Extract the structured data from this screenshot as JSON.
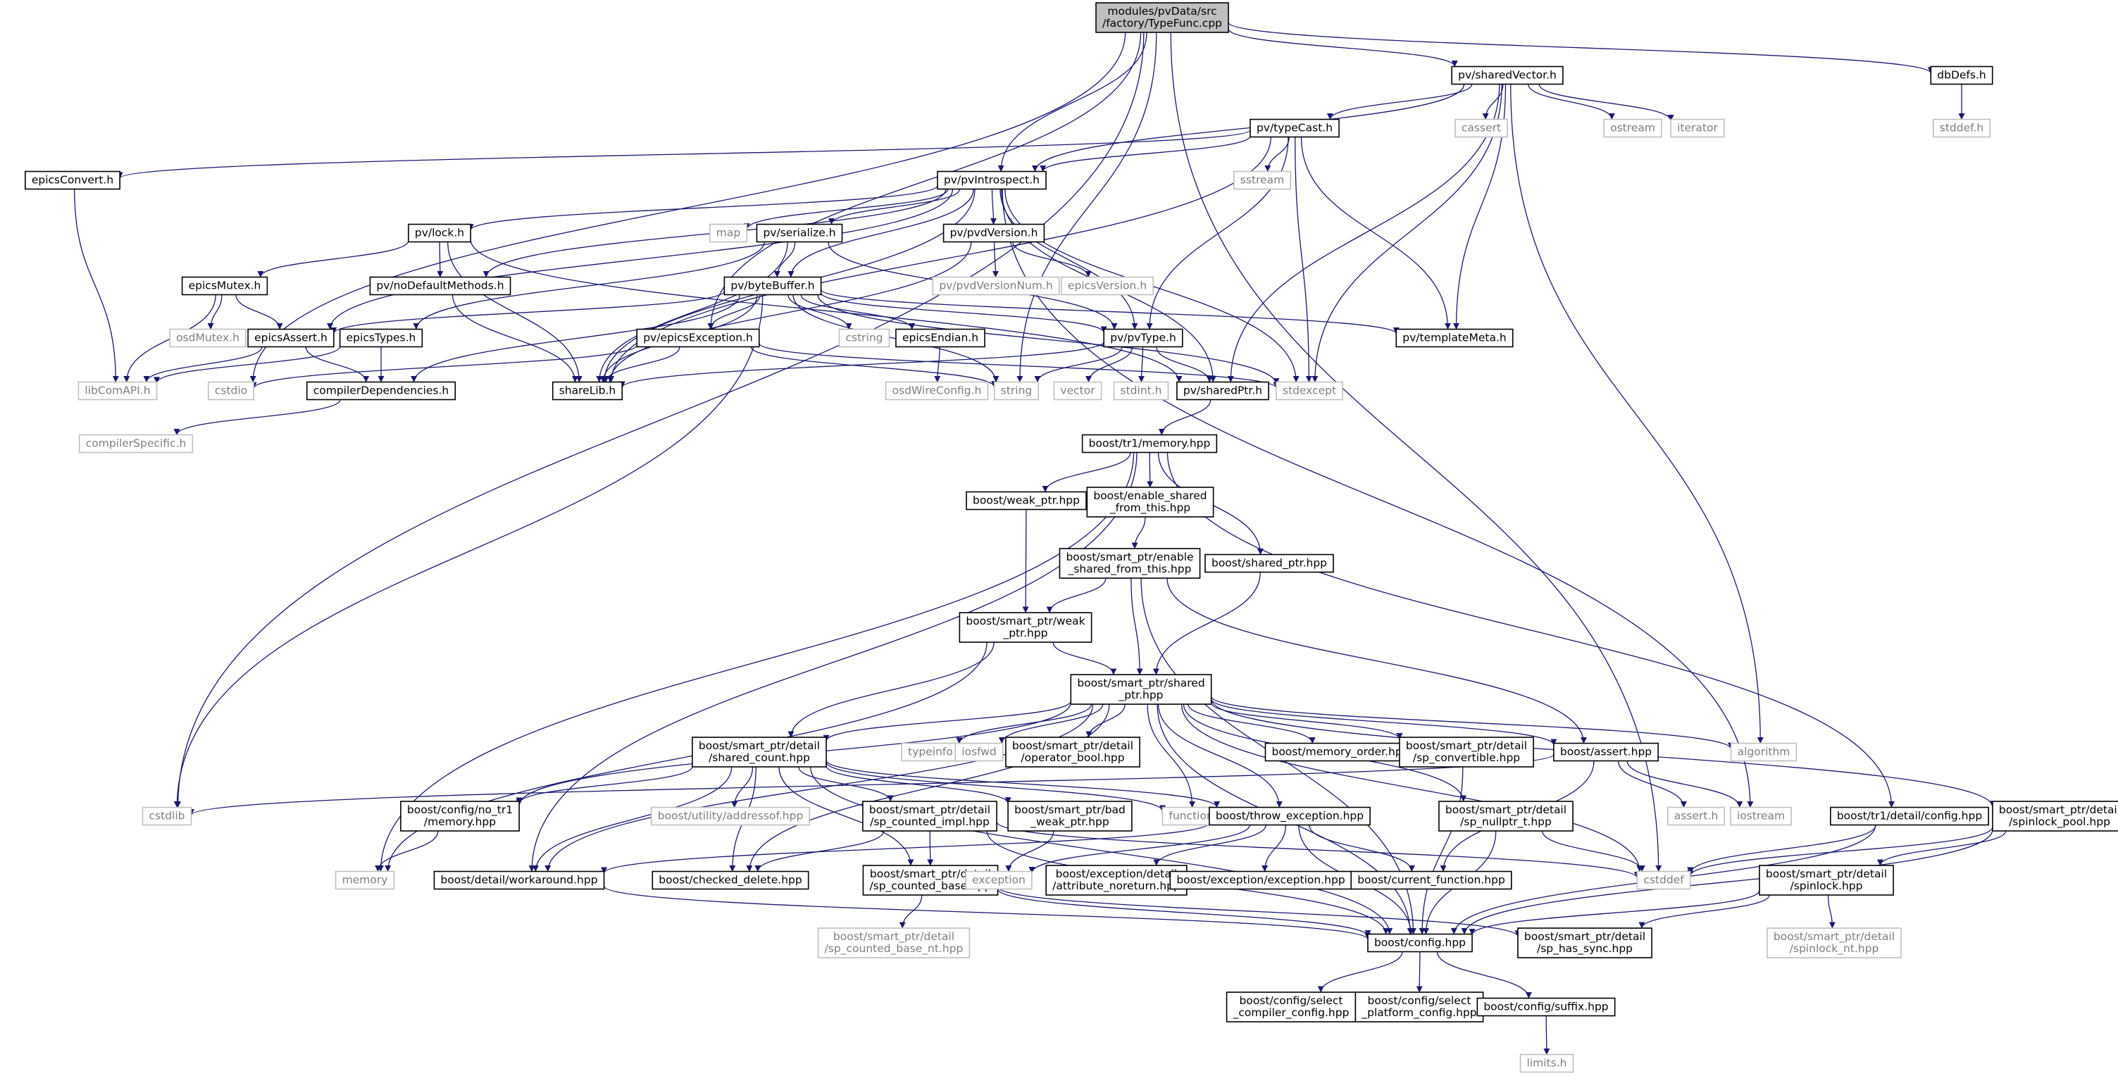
{
  "colors": {
    "edge": "#191970",
    "root_fill": "#bfbfbf",
    "file_stroke": "#000000",
    "sys_stroke": "#bfbfbf",
    "file_text": "#000000",
    "sys_text": "#7f7f7f"
  },
  "nodes": [
    {
      "id": "root",
      "lines": [
        "modules/pvData/src",
        "/factory/TypeFunc.cpp"
      ],
      "kind": "root"
    },
    {
      "id": "sharedVector",
      "lines": [
        "pv/sharedVector.h"
      ],
      "kind": "file"
    },
    {
      "id": "dbDefs",
      "lines": [
        "dbDefs.h"
      ],
      "kind": "file"
    },
    {
      "id": "stddef_h",
      "lines": [
        "stddef.h"
      ],
      "kind": "sys"
    },
    {
      "id": "typeCast",
      "lines": [
        "pv/typeCast.h"
      ],
      "kind": "file"
    },
    {
      "id": "cassert",
      "lines": [
        "cassert"
      ],
      "kind": "sys"
    },
    {
      "id": "ostream",
      "lines": [
        "ostream"
      ],
      "kind": "sys"
    },
    {
      "id": "iterator",
      "lines": [
        "iterator"
      ],
      "kind": "sys"
    },
    {
      "id": "epicsConvert",
      "lines": [
        "epicsConvert.h"
      ],
      "kind": "file"
    },
    {
      "id": "pvIntrospect",
      "lines": [
        "pv/pvIntrospect.h"
      ],
      "kind": "file"
    },
    {
      "id": "sstream",
      "lines": [
        "sstream"
      ],
      "kind": "sys"
    },
    {
      "id": "lock",
      "lines": [
        "pv/lock.h"
      ],
      "kind": "file"
    },
    {
      "id": "map",
      "lines": [
        "map"
      ],
      "kind": "sys"
    },
    {
      "id": "serialize",
      "lines": [
        "pv/serialize.h"
      ],
      "kind": "file"
    },
    {
      "id": "pvdVersion",
      "lines": [
        "pv/pvdVersion.h"
      ],
      "kind": "file"
    },
    {
      "id": "epicsMutex",
      "lines": [
        "epicsMutex.h"
      ],
      "kind": "file"
    },
    {
      "id": "noDefaultMethods",
      "lines": [
        "pv/noDefaultMethods.h"
      ],
      "kind": "file"
    },
    {
      "id": "byteBuffer",
      "lines": [
        "pv/byteBuffer.h"
      ],
      "kind": "file"
    },
    {
      "id": "pvdVersionNum",
      "lines": [
        "pv/pvdVersionNum.h"
      ],
      "kind": "sys"
    },
    {
      "id": "epicsVersion",
      "lines": [
        "epicsVersion.h"
      ],
      "kind": "sys"
    },
    {
      "id": "osdMutex",
      "lines": [
        "osdMutex.h"
      ],
      "kind": "sys"
    },
    {
      "id": "epicsAssert",
      "lines": [
        "epicsAssert.h"
      ],
      "kind": "file"
    },
    {
      "id": "epicsTypes",
      "lines": [
        "epicsTypes.h"
      ],
      "kind": "file"
    },
    {
      "id": "epicsException",
      "lines": [
        "pv/epicsException.h"
      ],
      "kind": "file"
    },
    {
      "id": "cstring",
      "lines": [
        "cstring"
      ],
      "kind": "sys"
    },
    {
      "id": "epicsEndian",
      "lines": [
        "epicsEndian.h"
      ],
      "kind": "file"
    },
    {
      "id": "pvType",
      "lines": [
        "pv/pvType.h"
      ],
      "kind": "file"
    },
    {
      "id": "templateMeta",
      "lines": [
        "pv/templateMeta.h"
      ],
      "kind": "file"
    },
    {
      "id": "libComAPI",
      "lines": [
        "libComAPI.h"
      ],
      "kind": "sys"
    },
    {
      "id": "cstdio",
      "lines": [
        "cstdio"
      ],
      "kind": "sys"
    },
    {
      "id": "compilerDependencies",
      "lines": [
        "compilerDependencies.h"
      ],
      "kind": "file"
    },
    {
      "id": "shareLib",
      "lines": [
        "shareLib.h"
      ],
      "kind": "file"
    },
    {
      "id": "string",
      "lines": [
        "string"
      ],
      "kind": "sys"
    },
    {
      "id": "vector",
      "lines": [
        "vector"
      ],
      "kind": "sys"
    },
    {
      "id": "stdint",
      "lines": [
        "stdint.h"
      ],
      "kind": "sys"
    },
    {
      "id": "stdexcept",
      "lines": [
        "stdexcept"
      ],
      "kind": "sys"
    },
    {
      "id": "osdWireConfig",
      "lines": [
        "osdWireConfig.h"
      ],
      "kind": "sys"
    },
    {
      "id": "sharedPtr",
      "lines": [
        "pv/sharedPtr.h"
      ],
      "kind": "file"
    },
    {
      "id": "compilerSpecific",
      "lines": [
        "compilerSpecific.h"
      ],
      "kind": "sys"
    },
    {
      "id": "tr1memory",
      "lines": [
        "boost/tr1/memory.hpp"
      ],
      "kind": "file"
    },
    {
      "id": "weak_ptr",
      "lines": [
        "boost/weak_ptr.hpp"
      ],
      "kind": "file"
    },
    {
      "id": "enable_shared",
      "lines": [
        "boost/enable_shared",
        "_from_this.hpp"
      ],
      "kind": "file"
    },
    {
      "id": "sp_enable_shared",
      "lines": [
        "boost/smart_ptr/enable",
        "_shared_from_this.hpp"
      ],
      "kind": "file"
    },
    {
      "id": "shared_ptr_hpp",
      "lines": [
        "boost/shared_ptr.hpp"
      ],
      "kind": "file"
    },
    {
      "id": "sp_weak_ptr",
      "lines": [
        "boost/smart_ptr/weak",
        "_ptr.hpp"
      ],
      "kind": "file"
    },
    {
      "id": "sp_shared_ptr",
      "lines": [
        "boost/smart_ptr/shared",
        "_ptr.hpp"
      ],
      "kind": "file"
    },
    {
      "id": "shared_count",
      "lines": [
        "boost/smart_ptr/detail",
        "/shared_count.hpp"
      ],
      "kind": "file"
    },
    {
      "id": "typeinfo",
      "lines": [
        "typeinfo"
      ],
      "kind": "sys"
    },
    {
      "id": "iosfwd",
      "lines": [
        "iosfwd"
      ],
      "kind": "sys"
    },
    {
      "id": "operator_bool",
      "lines": [
        "boost/smart_ptr/detail",
        "/operator_bool.hpp"
      ],
      "kind": "file"
    },
    {
      "id": "memory_order",
      "lines": [
        "boost/memory_order.hpp"
      ],
      "kind": "file"
    },
    {
      "id": "sp_convertible",
      "lines": [
        "boost/smart_ptr/detail",
        "/sp_convertible.hpp"
      ],
      "kind": "file"
    },
    {
      "id": "boost_assert",
      "lines": [
        "boost/assert.hpp"
      ],
      "kind": "file"
    },
    {
      "id": "algorithm",
      "lines": [
        "algorithm"
      ],
      "kind": "sys"
    },
    {
      "id": "cstdlib",
      "lines": [
        "cstdlib"
      ],
      "kind": "sys"
    },
    {
      "id": "no_tr1_memory",
      "lines": [
        "boost/config/no_tr1",
        "/memory.hpp"
      ],
      "kind": "file"
    },
    {
      "id": "addressof",
      "lines": [
        "boost/utility/addressof.hpp"
      ],
      "kind": "sys"
    },
    {
      "id": "sp_counted_impl",
      "lines": [
        "boost/smart_ptr/detail",
        "/sp_counted_impl.hpp"
      ],
      "kind": "file"
    },
    {
      "id": "bad_weak_ptr",
      "lines": [
        "boost/smart_ptr/bad",
        "_weak_ptr.hpp"
      ],
      "kind": "file"
    },
    {
      "id": "functional",
      "lines": [
        "functional"
      ],
      "kind": "sys"
    },
    {
      "id": "throw_exception",
      "lines": [
        "boost/throw_exception.hpp"
      ],
      "kind": "file"
    },
    {
      "id": "sp_nullptr_t",
      "lines": [
        "boost/smart_ptr/detail",
        "/sp_nullptr_t.hpp"
      ],
      "kind": "file"
    },
    {
      "id": "assert_h",
      "lines": [
        "assert.h"
      ],
      "kind": "sys"
    },
    {
      "id": "iostream",
      "lines": [
        "iostream"
      ],
      "kind": "sys"
    },
    {
      "id": "tr1_detail_config",
      "lines": [
        "boost/tr1/detail/config.hpp"
      ],
      "kind": "file"
    },
    {
      "id": "spinlock_pool",
      "lines": [
        "boost/smart_ptr/detail",
        "/spinlock_pool.hpp"
      ],
      "kind": "file"
    },
    {
      "id": "memory",
      "lines": [
        "memory"
      ],
      "kind": "sys"
    },
    {
      "id": "workaround",
      "lines": [
        "boost/detail/workaround.hpp"
      ],
      "kind": "file"
    },
    {
      "id": "checked_delete",
      "lines": [
        "boost/checked_delete.hpp"
      ],
      "kind": "file"
    },
    {
      "id": "sp_counted_base",
      "lines": [
        "boost/smart_ptr/detail",
        "/sp_counted_base.hpp"
      ],
      "kind": "file"
    },
    {
      "id": "exception",
      "lines": [
        "exception"
      ],
      "kind": "sys"
    },
    {
      "id": "attribute_noreturn",
      "lines": [
        "boost/exception/detail",
        "/attribute_noreturn.hpp"
      ],
      "kind": "file"
    },
    {
      "id": "exception_hpp",
      "lines": [
        "boost/exception/exception.hpp"
      ],
      "kind": "file"
    },
    {
      "id": "current_function",
      "lines": [
        "boost/current_function.hpp"
      ],
      "kind": "file"
    },
    {
      "id": "cstddef",
      "lines": [
        "cstddef"
      ],
      "kind": "sys"
    },
    {
      "id": "spinlock",
      "lines": [
        "boost/smart_ptr/detail",
        "/spinlock.hpp"
      ],
      "kind": "file"
    },
    {
      "id": "sp_counted_base_nt",
      "lines": [
        "boost/smart_ptr/detail",
        "/sp_counted_base_nt.hpp"
      ],
      "kind": "sys"
    },
    {
      "id": "boost_config",
      "lines": [
        "boost/config.hpp"
      ],
      "kind": "file"
    },
    {
      "id": "sp_has_sync",
      "lines": [
        "boost/smart_ptr/detail",
        "/sp_has_sync.hpp"
      ],
      "kind": "file"
    },
    {
      "id": "spinlock_nt",
      "lines": [
        "boost/smart_ptr/detail",
        "/spinlock_nt.hpp"
      ],
      "kind": "sys"
    },
    {
      "id": "select_compiler",
      "lines": [
        "boost/config/select",
        "_compiler_config.hpp"
      ],
      "kind": "file"
    },
    {
      "id": "select_platform",
      "lines": [
        "boost/config/select",
        "_platform_config.hpp"
      ],
      "kind": "file"
    },
    {
      "id": "suffix",
      "lines": [
        "boost/config/suffix.hpp"
      ],
      "kind": "file"
    },
    {
      "id": "limits",
      "lines": [
        "limits.h"
      ],
      "kind": "sys"
    }
  ],
  "edges": [
    [
      "root",
      "sharedVector"
    ],
    [
      "root",
      "dbDefs"
    ],
    [
      "root",
      "pvIntrospect"
    ],
    [
      "root",
      "epicsException"
    ],
    [
      "root",
      "cstdio"
    ],
    [
      "root",
      "cstdlib"
    ],
    [
      "root",
      "string"
    ],
    [
      "root",
      "cstddef"
    ],
    [
      "dbDefs",
      "stddef_h"
    ],
    [
      "sharedVector",
      "typeCast"
    ],
    [
      "sharedVector",
      "cassert"
    ],
    [
      "sharedVector",
      "ostream"
    ],
    [
      "sharedVector",
      "iterator"
    ],
    [
      "sharedVector",
      "pvIntrospect"
    ],
    [
      "sharedVector",
      "sharedPtr"
    ],
    [
      "sharedVector",
      "templateMeta"
    ],
    [
      "sharedVector",
      "stdexcept"
    ],
    [
      "sharedVector",
      "algorithm"
    ],
    [
      "typeCast",
      "epicsConvert"
    ],
    [
      "typeCast",
      "pvIntrospect"
    ],
    [
      "typeCast",
      "sstream"
    ],
    [
      "typeCast",
      "pvType"
    ],
    [
      "typeCast",
      "templateMeta"
    ],
    [
      "typeCast",
      "stdexcept"
    ],
    [
      "typeCast",
      "shareLib"
    ],
    [
      "epicsConvert",
      "libComAPI"
    ],
    [
      "pvIntrospect",
      "lock"
    ],
    [
      "pvIntrospect",
      "map"
    ],
    [
      "pvIntrospect",
      "serialize"
    ],
    [
      "pvIntrospect",
      "pvdVersion"
    ],
    [
      "pvIntrospect",
      "noDefaultMethods"
    ],
    [
      "pvIntrospect",
      "byteBuffer"
    ],
    [
      "pvIntrospect",
      "epicsAssert"
    ],
    [
      "pvIntrospect",
      "pvType"
    ],
    [
      "pvIntrospect",
      "sharedPtr"
    ],
    [
      "pvIntrospect",
      "shareLib"
    ],
    [
      "pvIntrospect",
      "stdexcept"
    ],
    [
      "pvIntrospect",
      "iostream"
    ],
    [
      "lock",
      "epicsMutex"
    ],
    [
      "lock",
      "noDefaultMethods"
    ],
    [
      "lock",
      "shareLib"
    ],
    [
      "lock",
      "sharedPtr"
    ],
    [
      "serialize",
      "byteBuffer"
    ],
    [
      "serialize",
      "epicsTypes"
    ],
    [
      "serialize",
      "shareLib"
    ],
    [
      "serialize",
      "pvType"
    ],
    [
      "pvdVersion",
      "pvdVersionNum"
    ],
    [
      "pvdVersion",
      "epicsVersion"
    ],
    [
      "pvdVersion",
      "shareLib"
    ],
    [
      "epicsMutex",
      "osdMutex"
    ],
    [
      "epicsMutex",
      "epicsAssert"
    ],
    [
      "epicsMutex",
      "libComAPI"
    ],
    [
      "noDefaultMethods",
      "shareLib"
    ],
    [
      "byteBuffer",
      "epicsAssert"
    ],
    [
      "byteBuffer",
      "epicsException"
    ],
    [
      "byteBuffer",
      "cstring"
    ],
    [
      "byteBuffer",
      "epicsEndian"
    ],
    [
      "byteBuffer",
      "pvType"
    ],
    [
      "byteBuffer",
      "templateMeta"
    ],
    [
      "byteBuffer",
      "shareLib"
    ],
    [
      "byteBuffer",
      "compilerDependencies"
    ],
    [
      "byteBuffer",
      "string"
    ],
    [
      "byteBuffer",
      "stdexcept"
    ],
    [
      "byteBuffer",
      "cstdlib"
    ],
    [
      "epicsAssert",
      "libComAPI"
    ],
    [
      "epicsAssert",
      "compilerDependencies"
    ],
    [
      "epicsTypes",
      "libComAPI"
    ],
    [
      "epicsTypes",
      "compilerDependencies"
    ],
    [
      "epicsException",
      "cstdio"
    ],
    [
      "epicsException",
      "shareLib"
    ],
    [
      "epicsException",
      "stdexcept"
    ],
    [
      "epicsException",
      "string"
    ],
    [
      "epicsEndian",
      "osdWireConfig"
    ],
    [
      "pvType",
      "string"
    ],
    [
      "pvType",
      "vector"
    ],
    [
      "pvType",
      "stdint"
    ],
    [
      "pvType",
      "sharedPtr"
    ],
    [
      "pvType",
      "shareLib"
    ],
    [
      "compilerDependencies",
      "compilerSpecific"
    ],
    [
      "sharedPtr",
      "tr1memory"
    ],
    [
      "tr1memory",
      "weak_ptr"
    ],
    [
      "tr1memory",
      "enable_shared"
    ],
    [
      "tr1memory",
      "shared_ptr_hpp"
    ],
    [
      "tr1memory",
      "memory"
    ],
    [
      "tr1memory",
      "workaround"
    ],
    [
      "tr1memory",
      "tr1_detail_config"
    ],
    [
      "weak_ptr",
      "sp_weak_ptr"
    ],
    [
      "enable_shared",
      "sp_enable_shared"
    ],
    [
      "sp_enable_shared",
      "sp_weak_ptr"
    ],
    [
      "sp_enable_shared",
      "sp_shared_ptr"
    ],
    [
      "sp_enable_shared",
      "boost_config"
    ],
    [
      "sp_enable_shared",
      "boost_assert"
    ],
    [
      "shared_ptr_hpp",
      "sp_shared_ptr"
    ],
    [
      "sp_weak_ptr",
      "sp_shared_ptr"
    ],
    [
      "sp_weak_ptr",
      "shared_count"
    ],
    [
      "sp_weak_ptr",
      "memory"
    ],
    [
      "sp_shared_ptr",
      "shared_count"
    ],
    [
      "sp_shared_ptr",
      "typeinfo"
    ],
    [
      "sp_shared_ptr",
      "iosfwd"
    ],
    [
      "sp_shared_ptr",
      "operator_bool"
    ],
    [
      "sp_shared_ptr",
      "memory_order"
    ],
    [
      "sp_shared_ptr",
      "sp_convertible"
    ],
    [
      "sp_shared_ptr",
      "boost_assert"
    ],
    [
      "sp_shared_ptr",
      "algorithm"
    ],
    [
      "sp_shared_ptr",
      "no_tr1_memory"
    ],
    [
      "sp_shared_ptr",
      "functional"
    ],
    [
      "sp_shared_ptr",
      "throw_exception"
    ],
    [
      "sp_shared_ptr",
      "sp_nullptr_t"
    ],
    [
      "sp_shared_ptr",
      "spinlock_pool"
    ],
    [
      "sp_shared_ptr",
      "workaround"
    ],
    [
      "sp_shared_ptr",
      "checked_delete"
    ],
    [
      "sp_shared_ptr",
      "boost_config"
    ],
    [
      "sp_shared_ptr",
      "cstddef"
    ],
    [
      "shared_count",
      "no_tr1_memory"
    ],
    [
      "shared_count",
      "addressof"
    ],
    [
      "shared_count",
      "sp_counted_impl"
    ],
    [
      "shared_count",
      "bad_weak_ptr"
    ],
    [
      "shared_count",
      "functional"
    ],
    [
      "shared_count",
      "throw_exception"
    ],
    [
      "shared_count",
      "workaround"
    ],
    [
      "shared_count",
      "checked_delete"
    ],
    [
      "shared_count",
      "sp_counted_base"
    ],
    [
      "shared_count",
      "boost_config"
    ],
    [
      "no_tr1_memory",
      "memory"
    ],
    [
      "sp_counted_impl",
      "checked_delete"
    ],
    [
      "sp_counted_impl",
      "sp_counted_base"
    ],
    [
      "sp_counted_impl",
      "boost_config"
    ],
    [
      "sp_counted_impl",
      "cstddef"
    ],
    [
      "bad_weak_ptr",
      "exception"
    ],
    [
      "throw_exception",
      "exception"
    ],
    [
      "throw_exception",
      "attribute_noreturn"
    ],
    [
      "throw_exception",
      "exception_hpp"
    ],
    [
      "throw_exception",
      "current_function"
    ],
    [
      "throw_exception",
      "workaround"
    ],
    [
      "throw_exception",
      "boost_config"
    ],
    [
      "sp_convertible",
      "boost_config"
    ],
    [
      "sp_nullptr_t",
      "boost_config"
    ],
    [
      "sp_nullptr_t",
      "cstddef"
    ],
    [
      "boost_assert",
      "assert_h"
    ],
    [
      "boost_assert",
      "iostream"
    ],
    [
      "boost_assert",
      "cstdlib"
    ],
    [
      "boost_assert",
      "current_function"
    ],
    [
      "tr1_detail_config",
      "boost_config"
    ],
    [
      "tr1_detail_config",
      "cstddef"
    ],
    [
      "spinlock_pool",
      "spinlock"
    ],
    [
      "spinlock_pool",
      "boost_config"
    ],
    [
      "spinlock_pool",
      "cstddef"
    ],
    [
      "spinlock",
      "spinlock_nt"
    ],
    [
      "spinlock",
      "sp_has_sync"
    ],
    [
      "spinlock",
      "boost_config"
    ],
    [
      "sp_counted_base",
      "sp_counted_base_nt"
    ],
    [
      "sp_counted_base",
      "sp_has_sync"
    ],
    [
      "sp_counted_base",
      "boost_config"
    ],
    [
      "workaround",
      "boost_config"
    ],
    [
      "boost_config",
      "select_compiler"
    ],
    [
      "boost_config",
      "select_platform"
    ],
    [
      "boost_config",
      "suffix"
    ],
    [
      "suffix",
      "limits"
    ]
  ]
}
